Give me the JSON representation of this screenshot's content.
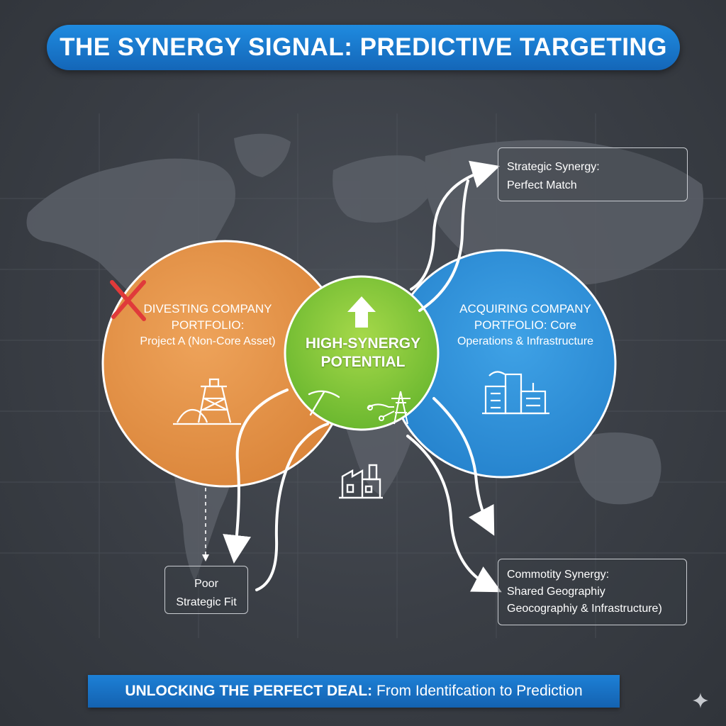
{
  "title": "THE SYNERGY SIGNAL: PREDICTIVE TARGETING",
  "divesting": {
    "heading_line1": "DIVESTING COMPANY",
    "heading_line2": "PORTFOLIO:",
    "detail": "Project A (Non-Core Asset)",
    "color": "#e08f45",
    "rejected_icon": "x-mark-icon",
    "icon": "mining-rig-icon"
  },
  "acquiring": {
    "heading_line1": "ACQUIRING COMPANY",
    "heading_line2": "PORTFOLIO: Core",
    "detail": "Operations & Infrastructure",
    "color": "#2f8fd6",
    "icon": "industrial-plant-icon"
  },
  "center": {
    "line1": "HIGH-SYNERGY",
    "line2": "POTENTIAL",
    "color": "#7cc53a",
    "icons": [
      "up-arrow-icon",
      "pickaxe-icon",
      "power-tower-icon"
    ]
  },
  "callouts": {
    "strategic": {
      "line1": "Strategic Synergy:",
      "line2": "Perfect Match"
    },
    "poor_fit": {
      "line1": "Poor",
      "line2": "Strategic Fit"
    },
    "commodity": {
      "line1": "Commotity Synergy:",
      "line2": "Shared Geographiy",
      "line3": "Geocographiy & Infrastructure)"
    }
  },
  "footer": {
    "strong": "UNLOCKING THE PERFECT DEAL:",
    "rest": " From Identifcation to Prediction"
  },
  "colors": {
    "background": "#3b3f46",
    "banner": "#1a78cc",
    "reject": "#e03a3a"
  }
}
